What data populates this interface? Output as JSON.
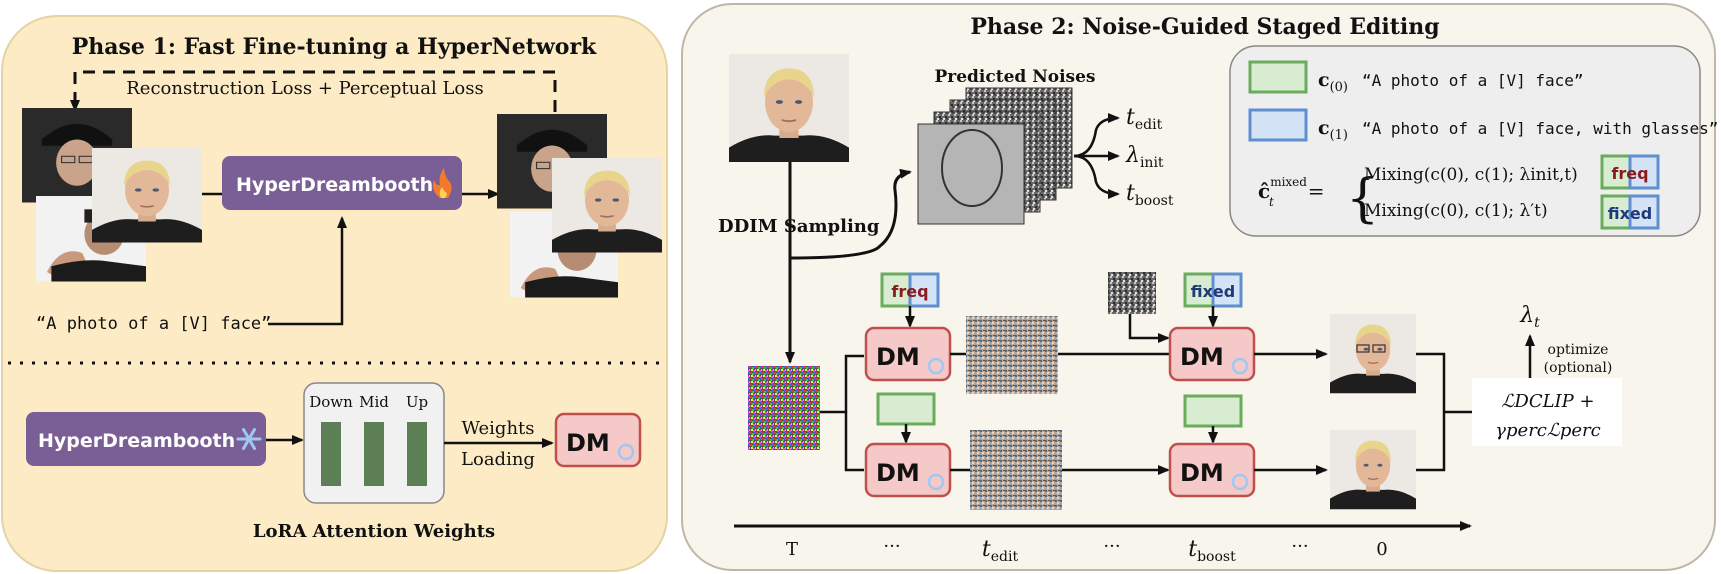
{
  "phase1": {
    "title": "Phase 1: Fast Fine-tuning a HyperNetwork",
    "loss_label": "Reconstruction  Loss + Perceptual  Loss",
    "hyper_label": "HyperDreambooth",
    "prompt_text": "“A photo of a [V] face”",
    "unet_labels": [
      "Down",
      "Mid",
      "Up"
    ],
    "weights_label_1": "Weights",
    "weights_label_2": "Loading",
    "dm_label": "DM",
    "lora_caption": "LoRA Attention Weights"
  },
  "phase2": {
    "title": "Phase 2: Noise-Guided Staged Editing",
    "predicted_noises": "Predicted Noises",
    "ddim_label": "DDIM  Sampling",
    "out_t_edit": "t",
    "out_t_edit_sub": "edit",
    "out_lambda": "λ",
    "out_lambda_sub": "init",
    "out_t_boost": "t",
    "out_t_boost_sub": "boost",
    "legend_c0_sym": "c",
    "legend_c0_sub": "(0)",
    "legend_c0_text": "“A photo of a [V] face”",
    "legend_c1_sym": "c",
    "legend_c1_sub": "(1)",
    "legend_c1_text": "“A photo of a [V] face, with glasses”",
    "mix_lhs": "ĉ",
    "mix_lhs_sup": "mixed",
    "mix_lhs_sub": "t",
    "mix_row1": "Mixing(c(0), c(1); λinit,t)",
    "mix_row2": "Mixing(c(0), c(1); λ′t)",
    "freq_label": "freq",
    "fixed_label": "fixed",
    "dm_label": "DM",
    "lambda_t": "λ",
    "lambda_t_sub": "t",
    "optimize_1": "optimize",
    "optimize_2": "(optional)",
    "loss_line1": "ℒDCLIP +",
    "loss_line2": "γpercℒperc",
    "timeline": [
      "T",
      "···",
      "t",
      "···",
      "t",
      "···",
      "0"
    ],
    "timeline_subs": [
      "",
      "",
      "edit",
      "",
      "boost",
      "",
      ""
    ]
  },
  "colors": {
    "phase1_bg": "#fcebc4",
    "phase2_bg": "#f8f5ec",
    "hyper_purple": "#7a5f97",
    "dm_pink": "#f5c9c7",
    "dm_border": "#c0504d",
    "green_box": "#d7ecd0",
    "green_border": "#6aab5c",
    "blue_box": "#d4e3f5",
    "blue_border": "#5f8fd0",
    "unet_green": "#5d7f56",
    "freq_red": "#8b1a1a",
    "fixed_blue": "#1f3a7a"
  }
}
